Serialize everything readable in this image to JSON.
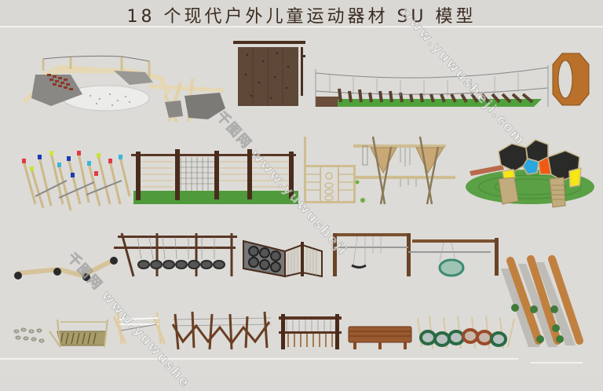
{
  "header": {
    "title": "18 个现代户外儿童运动器材 SU 模型"
  },
  "watermark": {
    "brand": "千图网",
    "url_1": "www.yuwusheji.com",
    "url_2": "千图网 www.yuwusheji",
    "url_3": "千图网 www.yuwushe"
  },
  "equipment": [
    {
      "id": 1,
      "name": "rock-climbing-bridge",
      "row": 1
    },
    {
      "id": 2,
      "name": "climbing-wall",
      "row": 1
    },
    {
      "id": 3,
      "name": "rope-log-bridge",
      "row": 1
    },
    {
      "id": 4,
      "name": "octagon-tunnel",
      "row": 1
    },
    {
      "id": 5,
      "name": "colored-pole-forest",
      "row": 2
    },
    {
      "id": 6,
      "name": "net-and-ladder-frame",
      "row": 2
    },
    {
      "id": 7,
      "name": "ring-ladder-frame",
      "row": 2
    },
    {
      "id": 8,
      "name": "a-frame-rope-course",
      "row": 2
    },
    {
      "id": 9,
      "name": "hexagon-dome-slide",
      "row": 2
    },
    {
      "id": 10,
      "name": "wheeled-balance-beam",
      "row": 3
    },
    {
      "id": 11,
      "name": "tire-swing-bridge",
      "row": 3
    },
    {
      "id": 12,
      "name": "tire-climbing-wall",
      "row": 3
    },
    {
      "id": 13,
      "name": "double-swing-set",
      "row": 3
    },
    {
      "id": 14,
      "name": "log-ramp",
      "row": 3
    },
    {
      "id": 15,
      "name": "stepping-stumps-and-crawl-frame",
      "row": 4
    },
    {
      "id": 16,
      "name": "rope-traverse",
      "row": 4
    },
    {
      "id": 17,
      "name": "zigzag-rope-fence",
      "row": 4
    },
    {
      "id": 18,
      "name": "bench-and-tire-tunnel",
      "row": 4
    }
  ],
  "colors": {
    "background": "#dcdbd7",
    "title_text": "#3a2c22",
    "dark_wood": "#5a3a26",
    "light_wood": "#d8c49a",
    "grass": "#4e9a3a",
    "rock": "#8c8a84",
    "tire": "#3a3a3a",
    "hex_blue": "#2aa6e0",
    "hex_orange": "#f05a14",
    "hex_yellow": "#f5e614",
    "log": "#b87a3a"
  }
}
